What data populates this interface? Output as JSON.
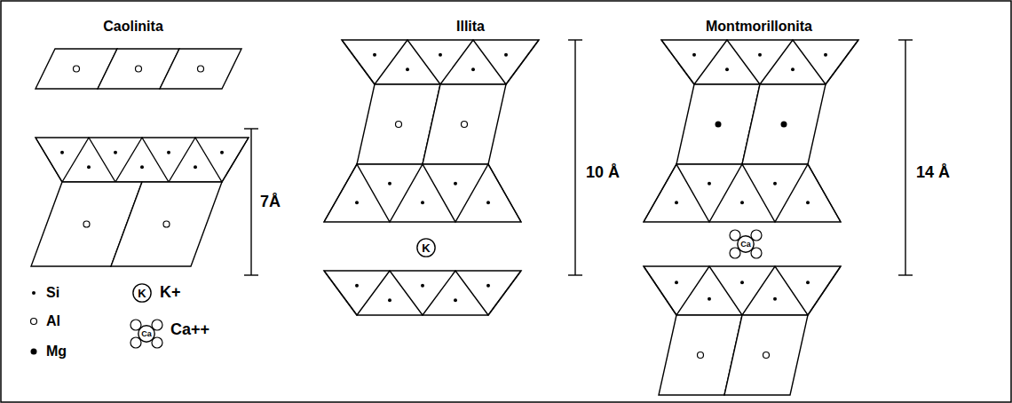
{
  "diagram": {
    "nodes": [
      {
        "text": [
          "K"
        ]
      },
      {
        "text": [
          "Ca"
        ]
      },
      {
        "text": [
          "K"
        ]
      },
      {
        "text": [
          "Ca"
        ]
      }
    ],
    "labels": [
      "Caolinita",
      "Illita",
      "Montmorillonita",
      "7Å",
      "10 Å",
      "14 Å"
    ],
    "legend": [
      {
        "text": "Si"
      },
      {
        "text": "Al"
      },
      {
        "text": "Mg"
      },
      {
        "text": "K+"
      },
      {
        "text": "Ca++"
      }
    ]
  }
}
